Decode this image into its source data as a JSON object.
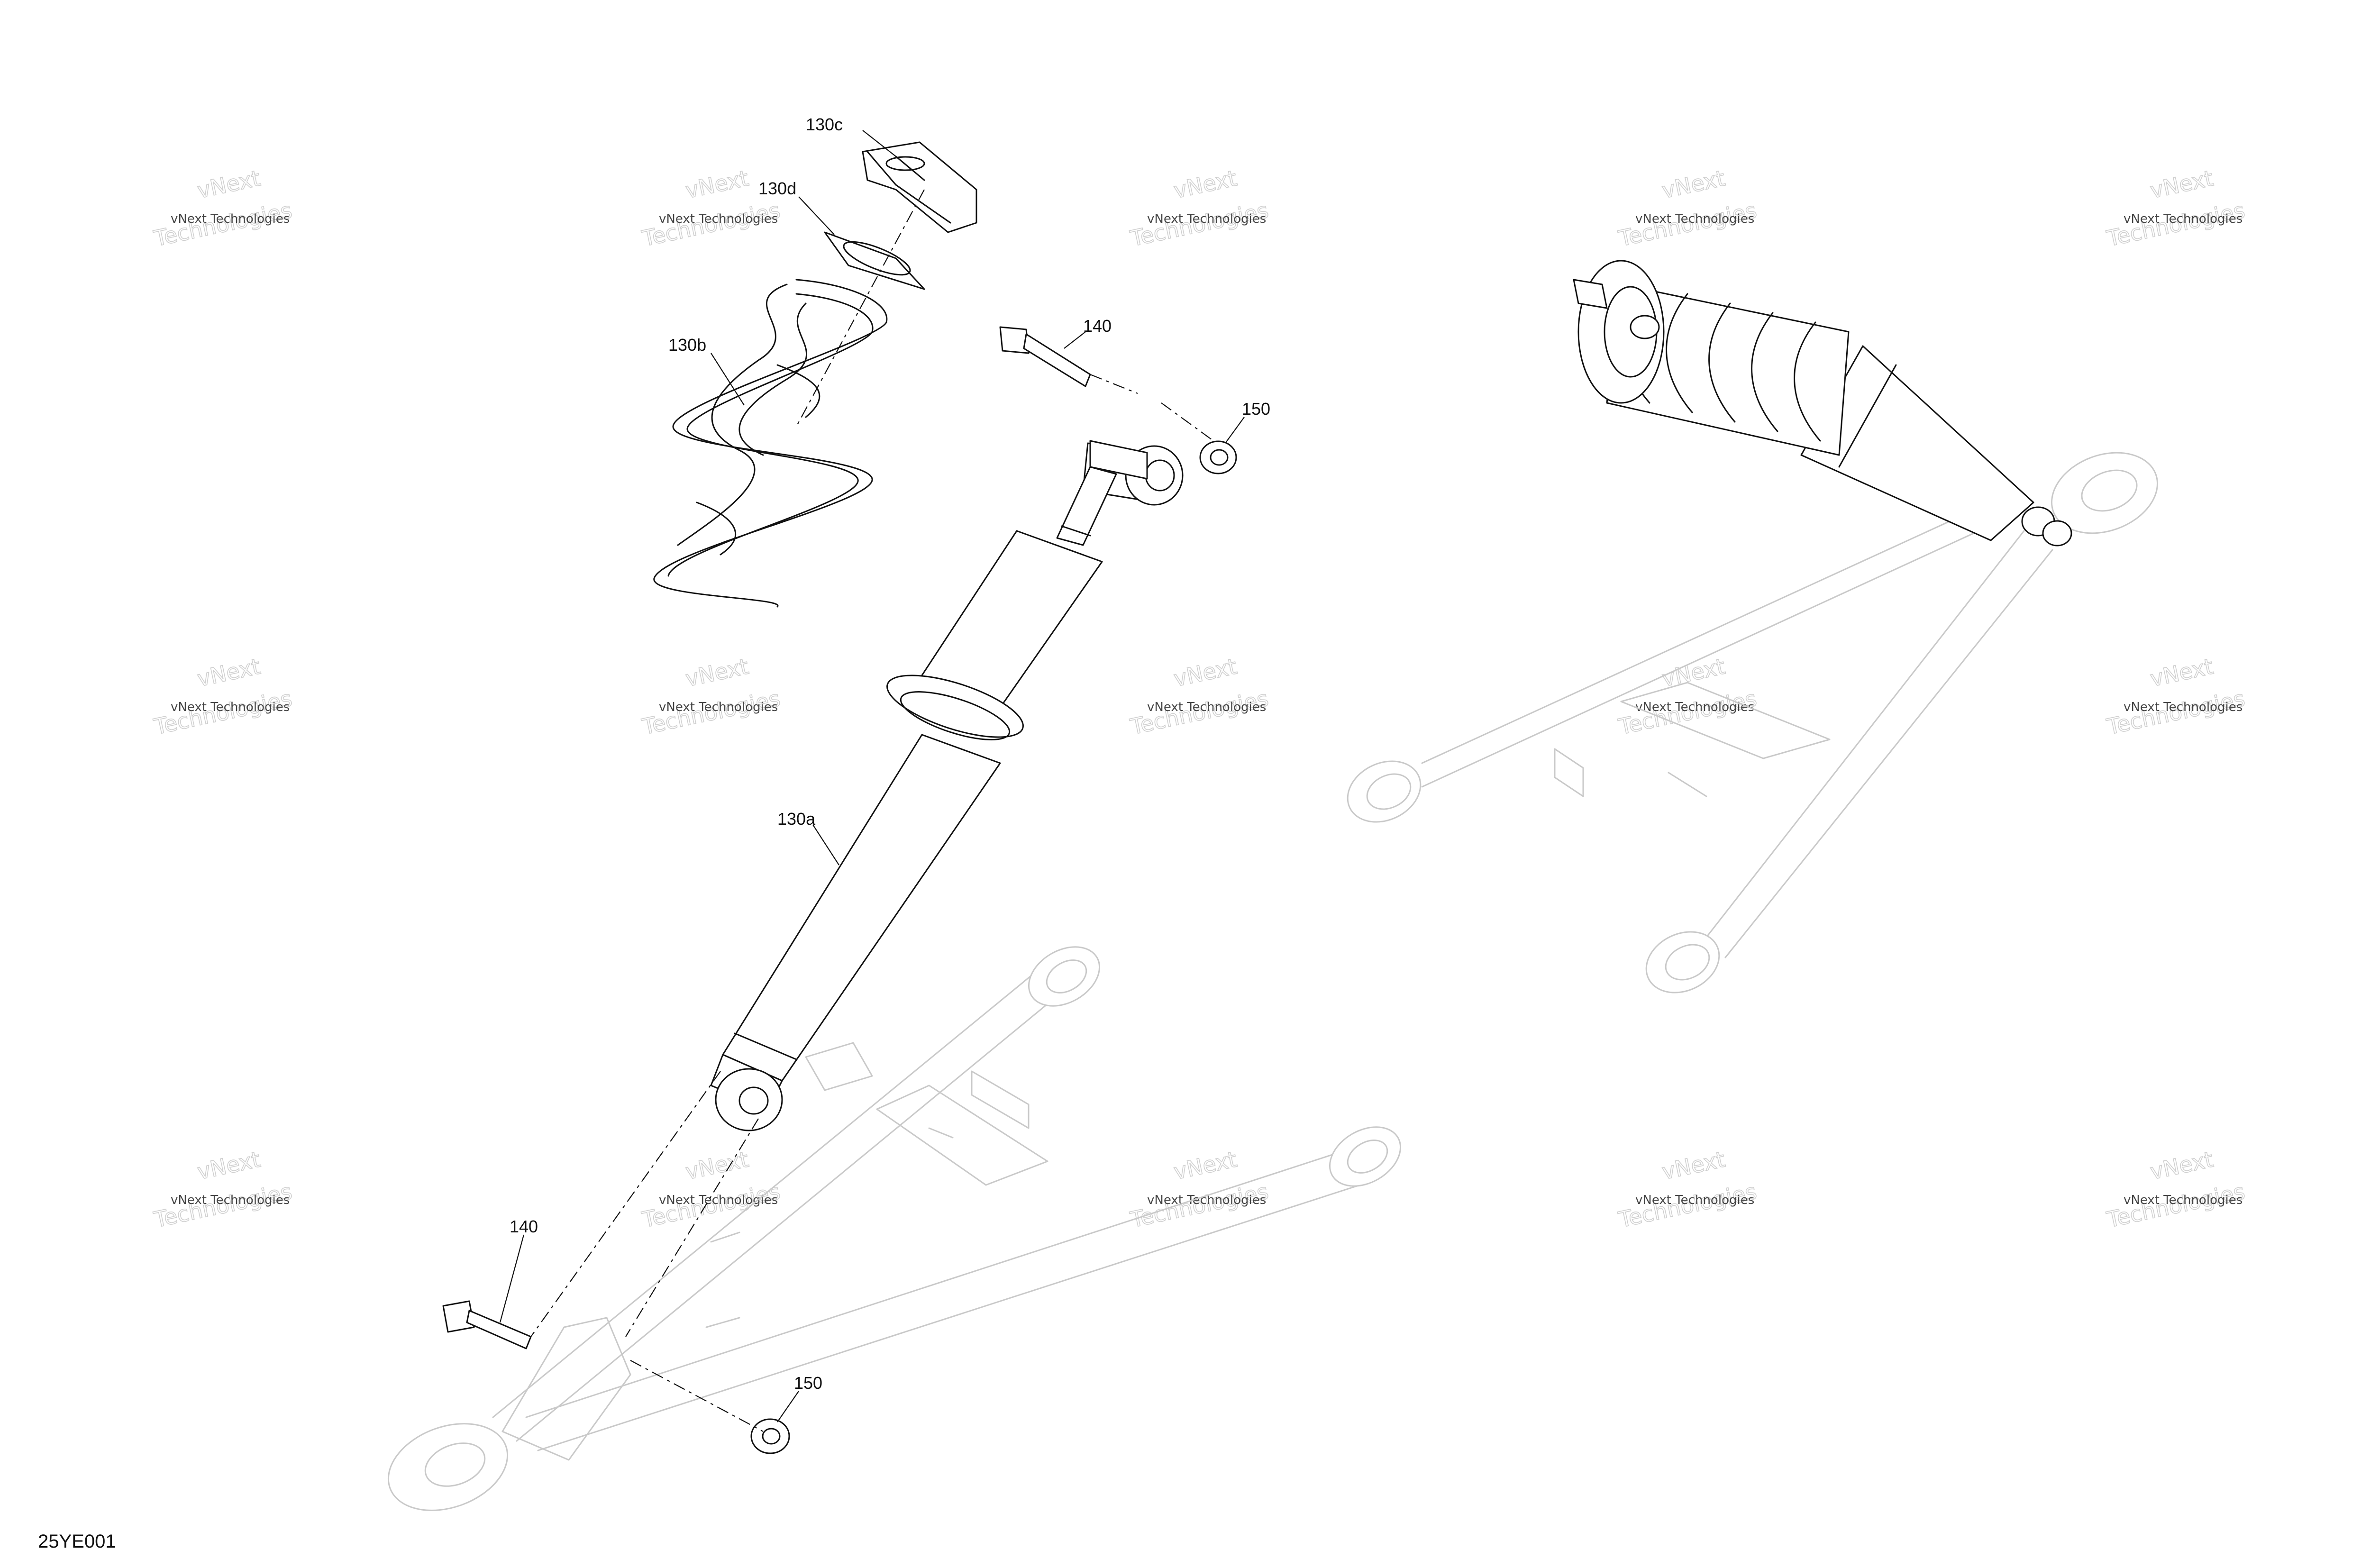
{
  "diagram": {
    "figure_id": "25YE001",
    "callouts": [
      {
        "id": "c130c",
        "label": "130c"
      },
      {
        "id": "c130d",
        "label": "130d"
      },
      {
        "id": "c130b",
        "label": "130b"
      },
      {
        "id": "c140a",
        "label": "140"
      },
      {
        "id": "c150a",
        "label": "150"
      },
      {
        "id": "c130a",
        "label": "130a"
      },
      {
        "id": "c140b",
        "label": "140"
      },
      {
        "id": "c150b",
        "label": "150"
      }
    ]
  },
  "watermark": {
    "line1": "vNext Technologies",
    "big_a": "vNext",
    "big_b": "Technologies"
  },
  "colors": {
    "ink": "#111111",
    "ghost": "#c9c9c9",
    "watermark": "#cfcfcf"
  }
}
